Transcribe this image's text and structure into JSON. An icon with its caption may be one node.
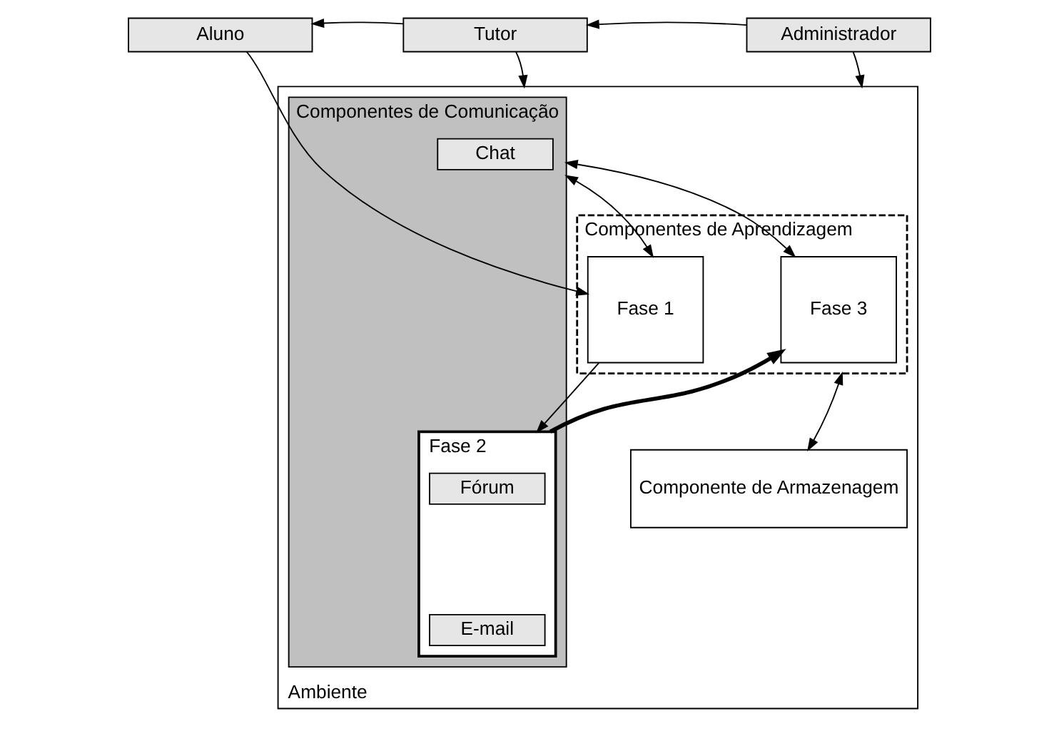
{
  "diagram": {
    "nodes": [
      {
        "text": [
          "Aluno"
        ]
      },
      {
        "text": [
          "Tutor"
        ]
      },
      {
        "text": [
          "Administrador"
        ]
      },
      {
        "text": [
          "Ambiente"
        ]
      },
      {
        "text": [
          "Componentes de Aprendizagem"
        ],
        "in": 3
      },
      {
        "text": [
          "Componentes de Comunicação"
        ],
        "in": 3
      },
      {
        "text": [
          "Chat"
        ],
        "in": 5
      },
      {
        "text": [
          "Fase 1"
        ],
        "in": 4
      },
      {
        "text": [
          "Fase 2"
        ],
        "in": 5
      },
      {
        "text": [
          "Fórum"
        ],
        "in": 8
      },
      {
        "text": [
          "E-mail"
        ],
        "in": 8
      },
      {
        "text": [
          "Fase 3"
        ],
        "in": 4
      },
      {
        "text": [
          "Componente de Armazenagem"
        ],
        "in": 3
      }
    ],
    "edges": [
      {
        "from": 1,
        "to": 0,
        "arrow": "to"
      },
      {
        "from": 2,
        "to": 1,
        "arrow": "to"
      },
      {
        "from": 0,
        "to": 7,
        "arrow": "to"
      },
      {
        "from": 1,
        "to": 3,
        "arrow": "to"
      },
      {
        "from": 2,
        "to": 3,
        "arrow": "to"
      },
      {
        "from": 7,
        "to": 5,
        "arrow": "both"
      },
      {
        "from": 5,
        "to": 11,
        "arrow": "both"
      },
      {
        "from": 7,
        "to": 8,
        "arrow": "to"
      },
      {
        "from": 8,
        "to": 11,
        "arrow": "to",
        "style": "thick"
      },
      {
        "from": 4,
        "to": 12,
        "arrow": "both"
      }
    ]
  }
}
